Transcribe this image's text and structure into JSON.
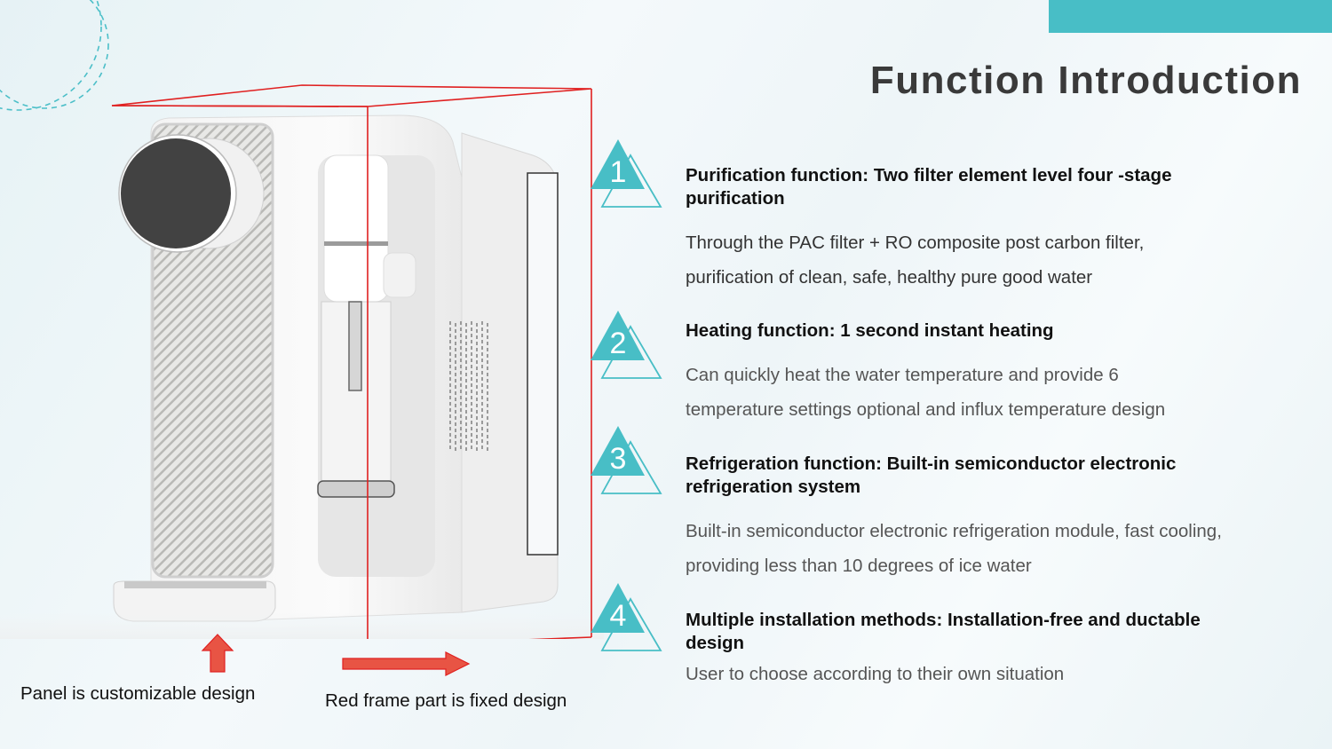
{
  "page": {
    "title": "Function Introduction",
    "accent_color": "#48bec6",
    "frame_color": "#e02020"
  },
  "features": [
    {
      "number": "1",
      "title": "Purification function: Two filter element level four -stage purification",
      "description": "Through the PAC filter + RO composite post carbon filter, purification of clean, safe, healthy pure good water"
    },
    {
      "number": "2",
      "title": "Heating function: 1 second instant heating",
      "description": "Can quickly heat the water temperature and provide 6 temperature settings optional and influx temperature design"
    },
    {
      "number": "3",
      "title": "Refrigeration function: Built-in semiconductor electronic refrigeration system",
      "description": "Built-in semiconductor electronic refrigeration module, fast cooling, providing less than 10 degrees of ice water"
    },
    {
      "number": "4",
      "title": "Multiple installation methods: Installation-free and ductable design",
      "description": "User to choose according to their own situation"
    }
  ],
  "annotations": {
    "panel_label": "Panel is customizable design",
    "frame_label": "Red frame part is fixed design",
    "panel_arrow_icon": "arrow-up-icon",
    "frame_arrow_icon": "arrow-right-icon"
  },
  "product_image": {
    "subject": "water-dispenser-illustration"
  }
}
